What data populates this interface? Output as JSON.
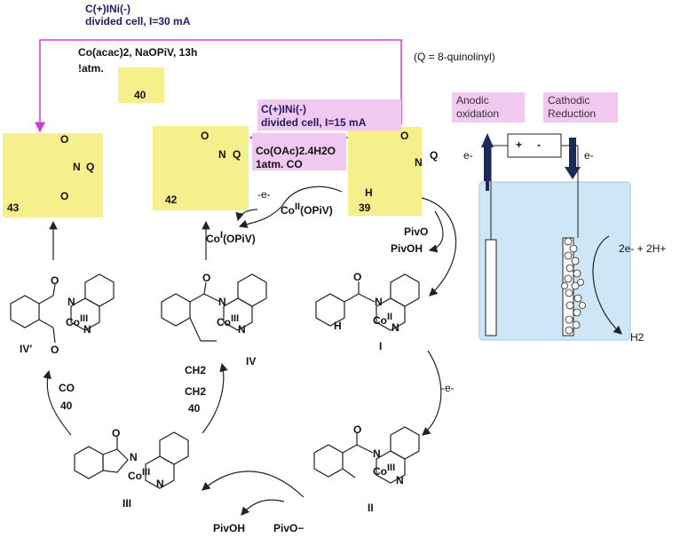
{
  "top_condition": {
    "line1": "C(+)INi(-)",
    "line2": "divided cell, I=30 mA",
    "reagents": "Co(acac)2, NaOPiV, 13h",
    "atm": "!atm.",
    "compound": "40"
  },
  "q_note": "(Q = 8-quinolinyl)",
  "mid_condition": {
    "line1": "C(+)INi(-)",
    "line2": "divided cell, I=15 mA",
    "line3": "Co(OAc)2.4H2O",
    "line4": "1atm. CO"
  },
  "cell": {
    "anodic": "Anodic oxidation",
    "cathodic": "Cathodic Reduction",
    "plus": "+",
    "minus": "-",
    "e_left": "e-",
    "e_right": "e-",
    "proton": "2e- + 2H+",
    "h2": "H2"
  },
  "compounds": {
    "c43": "43",
    "c42": "42",
    "c39": "39",
    "I": "I",
    "II": "II",
    "III": "III",
    "IV": "IV",
    "IVp": "IV'"
  },
  "cycle": {
    "e_minus_top": "-e-",
    "coII": "CoII(OPiV)",
    "coI": "CoI(OPiV)",
    "pivo_top": "PivO",
    "pivoh_top": "PivOH",
    "e_minus_right": "-e-",
    "pivoh_bottom": "PivOH",
    "pivo_bottom": "PivO−",
    "co": "CO",
    "co_num": "40",
    "ethylene_num": "40",
    "ch2a": "CH2",
    "ch2b": "CH2"
  },
  "atoms": {
    "Q": "Q",
    "N": "N",
    "O": "O",
    "H": "H",
    "Co": "Co",
    "CoIII": "III",
    "CoII": "II"
  }
}
